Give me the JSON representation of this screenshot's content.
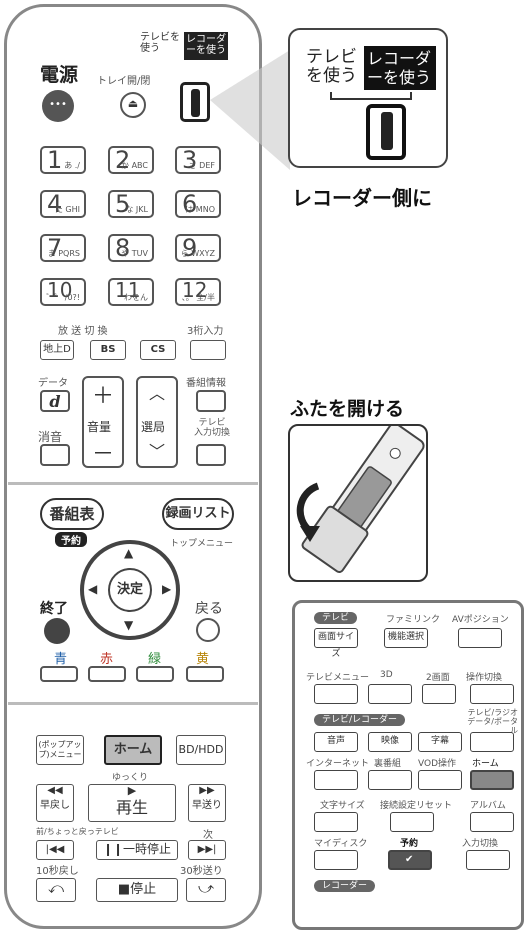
{
  "remote": {
    "power_label": "電源",
    "tray_label": "トレイ開/閉",
    "switch_tv": "テレビを使う",
    "switch_rec": "レコーダーを使う",
    "numkeys": [
      {
        "big": "1",
        "sm": "あ ./"
      },
      {
        "big": "2",
        "sm": "か ABC"
      },
      {
        "big": "3",
        "sm": "さ DEF"
      },
      {
        "big": "4",
        "sm": "た GHI"
      },
      {
        "big": "5",
        "sm": "な JKL"
      },
      {
        "big": "6",
        "sm": "は MNO"
      },
      {
        "big": "7",
        "sm": "ま PQRS"
      },
      {
        "big": "8",
        "sm": "や TUV"
      },
      {
        "big": "9",
        "sm": "ら WXYZ"
      },
      {
        "big": "10",
        "sm": "゛゜ /0?!"
      },
      {
        "big": "11",
        "sm": "わをん"
      },
      {
        "big": "12",
        "sm": "、。 全/半"
      }
    ],
    "broadcast_label": "放 送 切 換",
    "digit3_label": "3桁入力",
    "btn_terrestrial": "地上D",
    "btn_bs": "BS",
    "btn_cs": "CS",
    "data_label": "データ",
    "data_icon": "d",
    "volume_label": "音量",
    "channel_label": "選局",
    "mute_label": "消音",
    "program_info_label": "番組情報",
    "tv_input_label": "テレビ 入力切換",
    "guide_label": "番組表",
    "reserve_label": "予約",
    "rec_list_label": "録画リスト",
    "top_menu_label": "トップメニュー",
    "enter_label": "決定",
    "exit_label": "終了",
    "back_label": "戻る",
    "colors": [
      {
        "name": "青",
        "hex": "#1f5fa8"
      },
      {
        "name": "赤",
        "hex": "#c0392b"
      },
      {
        "name": "緑",
        "hex": "#2e8b3a"
      },
      {
        "name": "黄",
        "hex": "#b8860b"
      }
    ],
    "popup_menu": "(ポップアップ)メニュー",
    "home_label": "ホーム",
    "bd_hdd_label": "BD/HDD",
    "slow_label": "ゆっくり",
    "rewind_label": "早戻し",
    "play_label": "再生",
    "ffwd_label": "早送り",
    "prev_label": "前/ちょっと戻っテレビ",
    "next_label": "次",
    "pause_label": "一時停止",
    "back10_label": "10秒戻し",
    "skip30_label": "30秒送り",
    "stop_label": "停止"
  },
  "zoom": {
    "tv_label": "テレビを使う",
    "rec_label": "レコーダーを使う",
    "caption": "レコーダー側に"
  },
  "lid": {
    "title": "ふたを開ける"
  },
  "panel": {
    "tag_tv": "テレビ",
    "familink": "ファミリンク",
    "av_position": "AVポジション",
    "screen_size": "画面サイズ",
    "func_select": "機能選択",
    "tv_menu": "テレビメニュー",
    "btn_3d": "3D",
    "two_screen": "2画面",
    "op_switch": "操作切換",
    "tag_tv_rec": "テレビ/レコーダー",
    "tv_radio": "テレビ/ラジオ データ/ポータル",
    "audio": "音声",
    "video": "映像",
    "subtitle": "字幕",
    "internet": "インターネット",
    "sub_channel": "裏番組",
    "vod": "VOD操作",
    "home": "ホーム",
    "text_size": "文字サイズ",
    "conn_reset": "接続設定リセット",
    "album": "アルバム",
    "my_disk": "マイディスク",
    "reserve": "予約",
    "input_switch": "入力切換",
    "tag_recorder": "レコーダー"
  }
}
